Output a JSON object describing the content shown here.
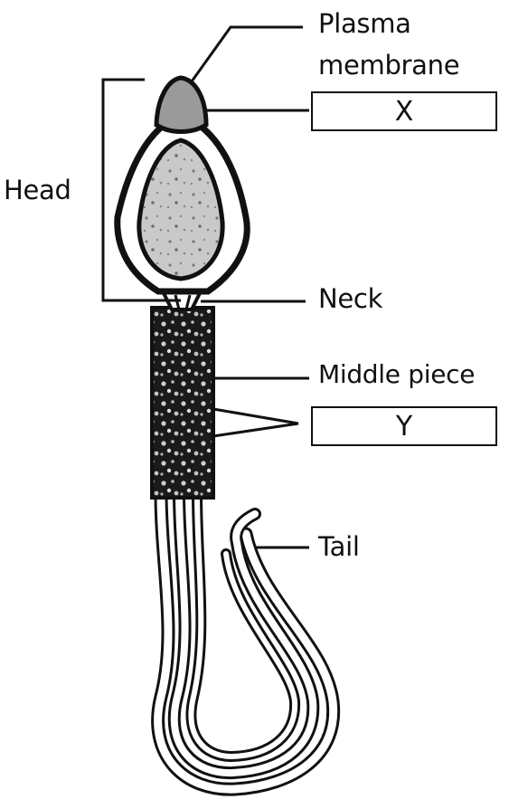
{
  "labels": {
    "plasma_membrane_line1": "Plasma",
    "plasma_membrane_line2": "membrane",
    "head": "Head",
    "neck": "Neck",
    "middle_piece": "Middle piece",
    "tail": "Tail"
  },
  "answer_boxes": {
    "x": "X",
    "y": "Y"
  },
  "colors": {
    "ink": "#111111",
    "nucleus_fill": "#c9c9c9",
    "acrosome_fill": "#9a9a9a",
    "background": "#ffffff"
  }
}
